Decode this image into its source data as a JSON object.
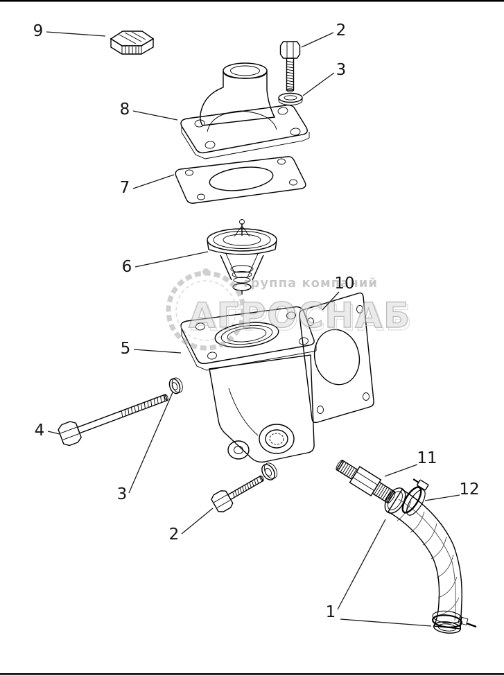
{
  "watermark": {
    "brand": "АГРОСНАБ",
    "subtitle": "группа компаний"
  },
  "callouts": {
    "c1": "1",
    "c2a": "2",
    "c2b": "2",
    "c3a": "3",
    "c3b": "3",
    "c4": "4",
    "c5": "5",
    "c6": "6",
    "c7": "7",
    "c8": "8",
    "c9": "9",
    "c10": "10",
    "c11": "11",
    "c12": "12"
  }
}
